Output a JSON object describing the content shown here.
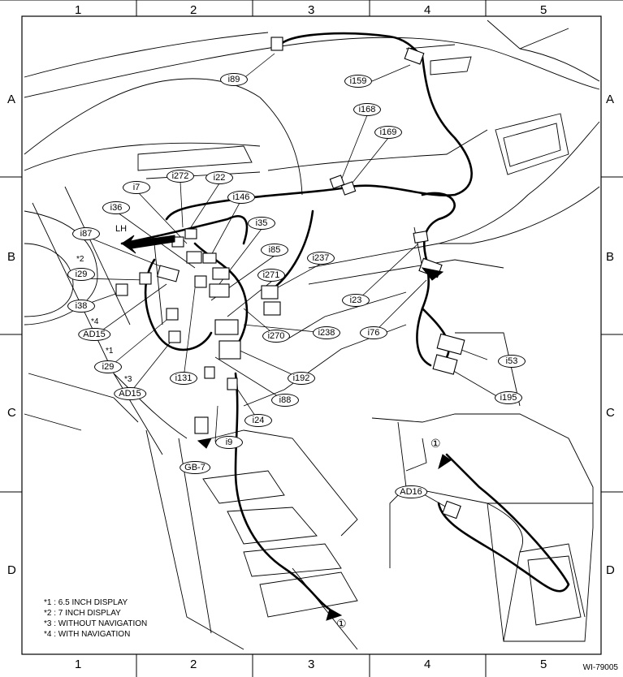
{
  "grid": {
    "columns": [
      "1",
      "2",
      "3",
      "4",
      "5"
    ],
    "rows": [
      "A",
      "B",
      "C",
      "D"
    ]
  },
  "callouts": [
    {
      "id": "i89",
      "text": "i89"
    },
    {
      "id": "i159",
      "text": "i159"
    },
    {
      "id": "i168",
      "text": "i168"
    },
    {
      "id": "i169",
      "text": "i169"
    },
    {
      "id": "i272",
      "text": "i272"
    },
    {
      "id": "i22",
      "text": "i22"
    },
    {
      "id": "i7",
      "text": "i7"
    },
    {
      "id": "i36",
      "text": "i36"
    },
    {
      "id": "i146",
      "text": "i146"
    },
    {
      "id": "i87",
      "text": "i87"
    },
    {
      "id": "i35",
      "text": "i35"
    },
    {
      "id": "i85",
      "text": "i85"
    },
    {
      "id": "i237",
      "text": "i237"
    },
    {
      "id": "i29a",
      "text": "i29"
    },
    {
      "id": "i271",
      "text": "i271"
    },
    {
      "id": "i23",
      "text": "i23"
    },
    {
      "id": "i38",
      "text": "i38"
    },
    {
      "id": "AD15a",
      "text": "AD15"
    },
    {
      "id": "i76",
      "text": "i76"
    },
    {
      "id": "i238",
      "text": "i238"
    },
    {
      "id": "i270",
      "text": "i270"
    },
    {
      "id": "i53",
      "text": "i53"
    },
    {
      "id": "i29b",
      "text": "i29"
    },
    {
      "id": "i131",
      "text": "i131"
    },
    {
      "id": "i192",
      "text": "i192"
    },
    {
      "id": "AD15b",
      "text": "AD15"
    },
    {
      "id": "i195",
      "text": "i195"
    },
    {
      "id": "i88",
      "text": "i88"
    },
    {
      "id": "i24",
      "text": "i24"
    },
    {
      "id": "i9",
      "text": "i9"
    },
    {
      "id": "GB7",
      "text": "GB-7"
    },
    {
      "id": "AD16",
      "text": "AD16"
    }
  ],
  "notes": {
    "lh": "LH",
    "n2": "*2",
    "n4": "*4",
    "n1": "*1",
    "n3": "*3",
    "circle1a": "①",
    "circle1b": "①"
  },
  "legend": [
    "*1 : 6.5 INCH DISPLAY",
    "*2 : 7 INCH DISPLAY",
    "*3 : WITHOUT NAVIGATION",
    "*4 : WITH NAVIGATION"
  ],
  "figure_id": "WI-79005"
}
